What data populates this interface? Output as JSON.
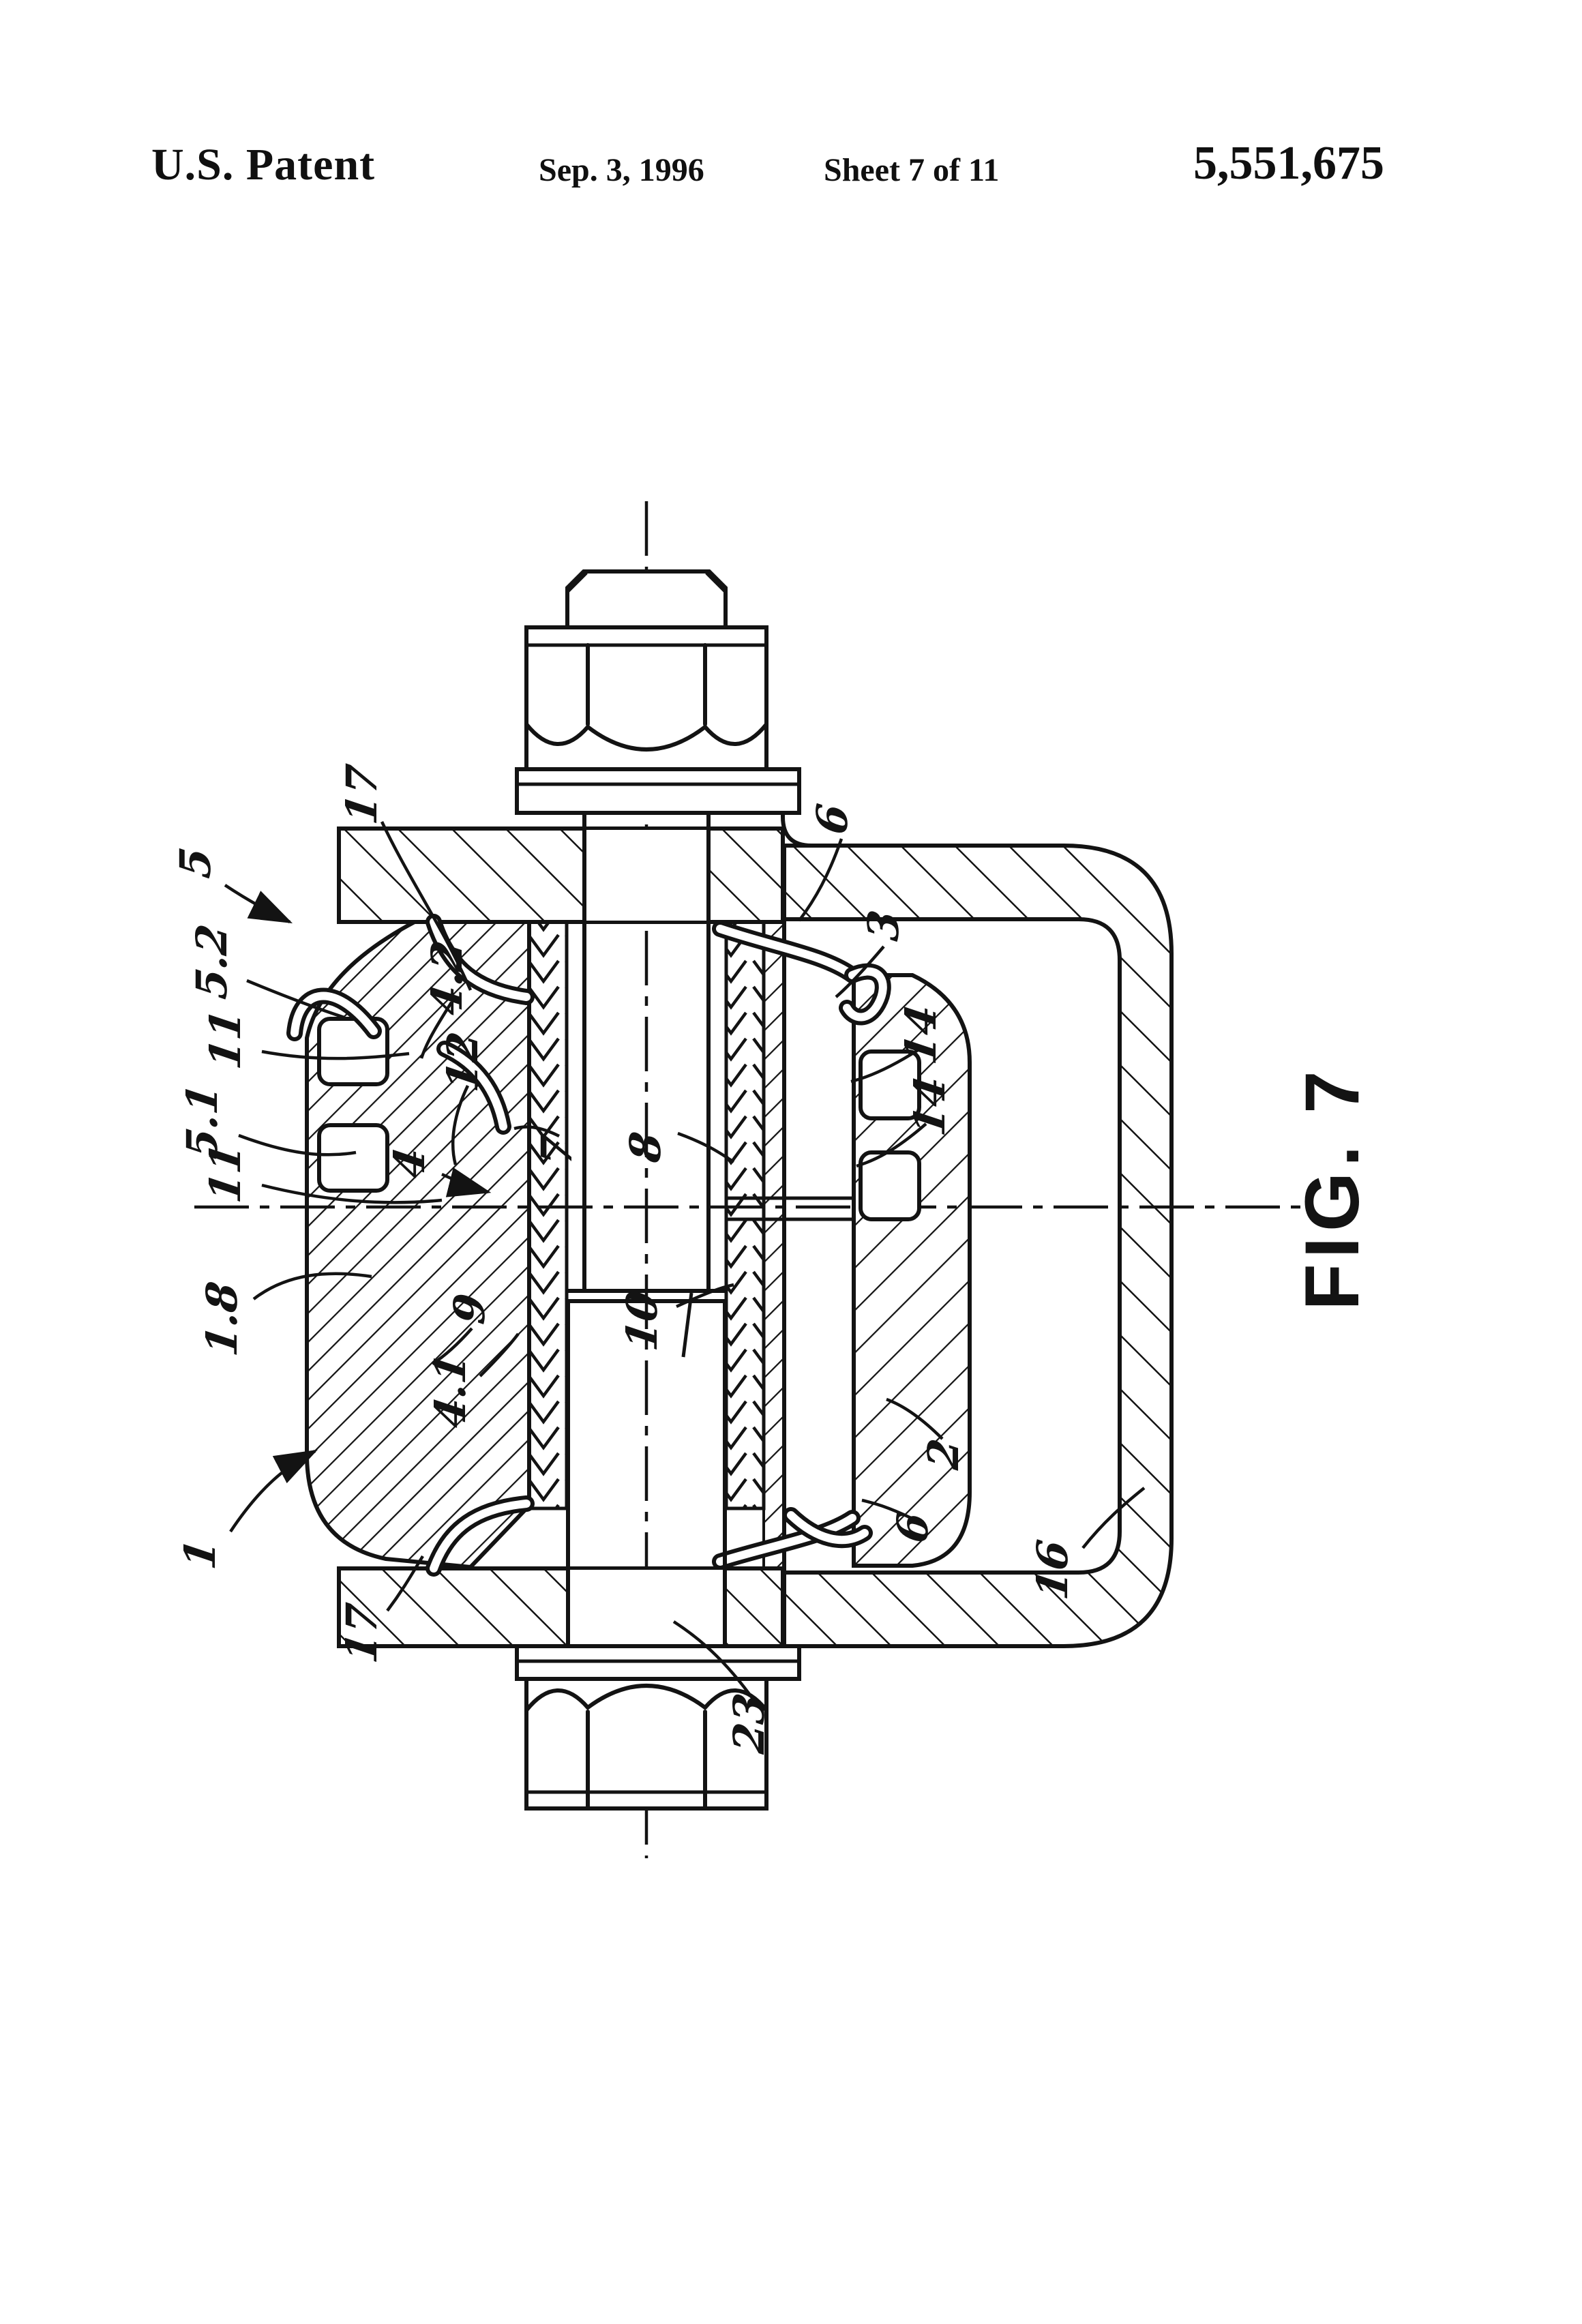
{
  "header": {
    "title": "U.S. Patent",
    "date": "Sep. 3, 1996",
    "sheet": "Sheet 7 of 11",
    "patent_number": "5,551,675"
  },
  "figure": {
    "caption": "FIG. 7",
    "labels": [
      {
        "text": "17",
        "name": "ref-17-top"
      },
      {
        "text": "5",
        "name": "ref-5"
      },
      {
        "text": "5.2",
        "name": "ref-5-2"
      },
      {
        "text": "11",
        "name": "ref-11-upper"
      },
      {
        "text": "5.1",
        "name": "ref-5-1"
      },
      {
        "text": "11",
        "name": "ref-11-lower"
      },
      {
        "text": "1.8",
        "name": "ref-1-8"
      },
      {
        "text": "1",
        "name": "ref-1"
      },
      {
        "text": "17",
        "name": "ref-17-bottom"
      },
      {
        "text": "4.2",
        "name": "ref-4-2"
      },
      {
        "text": "12",
        "name": "ref-12"
      },
      {
        "text": "4",
        "name": "ref-4"
      },
      {
        "text": "7",
        "name": "ref-7"
      },
      {
        "text": "8",
        "name": "ref-8"
      },
      {
        "text": "9",
        "name": "ref-9"
      },
      {
        "text": "4.1",
        "name": "ref-4-1"
      },
      {
        "text": "10",
        "name": "ref-10"
      },
      {
        "text": "23",
        "name": "ref-23"
      },
      {
        "text": "6",
        "name": "ref-6-top"
      },
      {
        "text": "3",
        "name": "ref-3"
      },
      {
        "text": "14",
        "name": "ref-14-upper"
      },
      {
        "text": "14",
        "name": "ref-14-lower"
      },
      {
        "text": "2",
        "name": "ref-2"
      },
      {
        "text": "6",
        "name": "ref-6-bottom"
      },
      {
        "text": "16",
        "name": "ref-16"
      }
    ]
  },
  "colors": {
    "ink": "#131313",
    "paper": "#ffffff"
  }
}
